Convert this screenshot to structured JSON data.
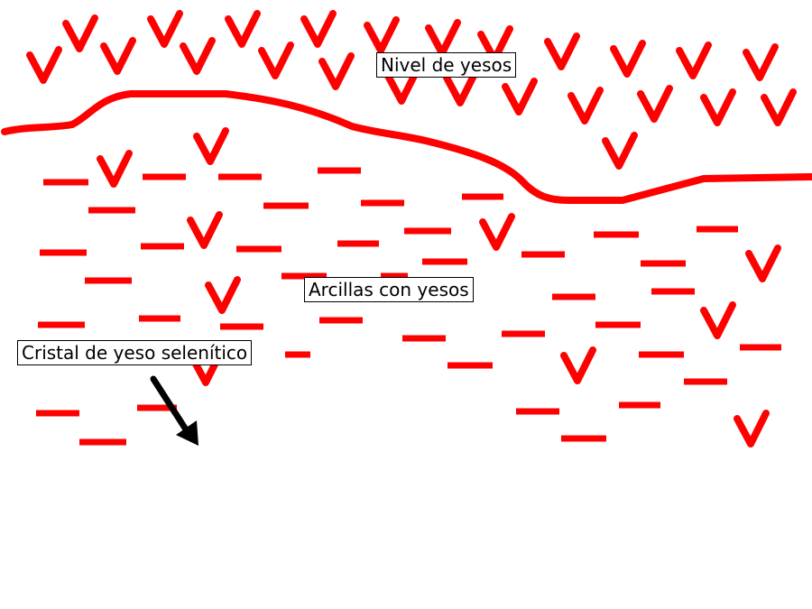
{
  "labels": {
    "gypsum_level": "Nivel de yesos",
    "clays_with_gypsum": "Arcillas con yesos",
    "selenitic_crystal": "Cristal de yeso selenítico"
  },
  "colors": {
    "stroke": "#ff0000",
    "arrow": "#000000",
    "background": "#ffffff"
  },
  "icons": {
    "gypsum_symbol": "v-mark",
    "clay_symbol": "dash-mark",
    "pointer": "arrow-icon"
  }
}
